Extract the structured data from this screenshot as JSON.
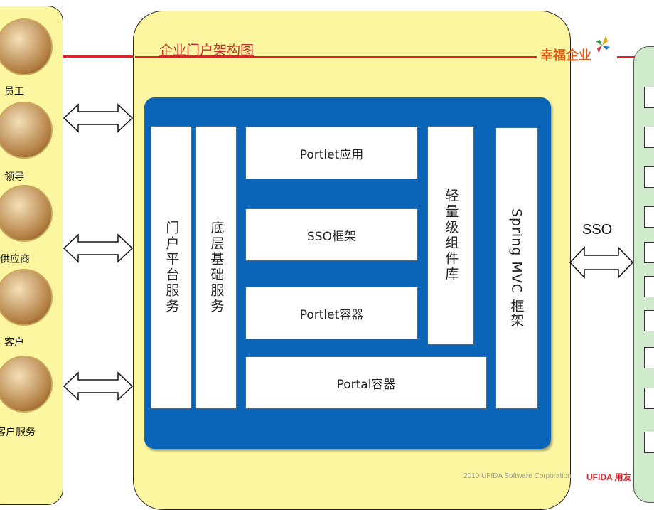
{
  "title": "企业门户架构图",
  "logo_text": "幸福企业",
  "footer": "2010 UFIDA Software Corporation",
  "brand": "UFIDA 用友",
  "sso_label": "SSO",
  "roles": [
    {
      "label": "员工"
    },
    {
      "label": "领导"
    },
    {
      "label": "供应商"
    },
    {
      "label": "客户"
    },
    {
      "label": "客户服务"
    }
  ],
  "components": {
    "portal_service": "门户平台服务",
    "base_service": "底层基础服务",
    "portlet_app": "Portlet应用",
    "sso_framework": "SSO框架",
    "portlet_container": "Portlet容器",
    "portal_container": "Portal容器",
    "light_lib": "轻量级组件库",
    "spring_mvc": "Spring MVC 框架"
  },
  "colors": {
    "panel_yellow": "#fdf6a0",
    "core_blue": "#0a64b8",
    "accent_red": "#d8252b",
    "right_green": "#cfeacb"
  }
}
